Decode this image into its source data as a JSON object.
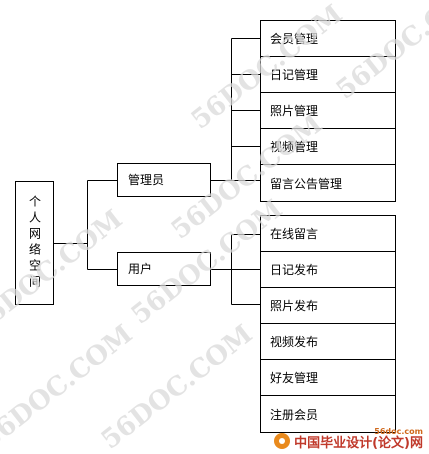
{
  "root": {
    "label": "个人网络空间"
  },
  "branches": [
    {
      "label": "管理员",
      "children": [
        "会员管理",
        "日记管理",
        "照片管理",
        "视频管理",
        "留言公告管理"
      ]
    },
    {
      "label": "用户",
      "children": [
        "在线留言",
        "日记发布",
        "照片发布",
        "视频发布",
        "好友管理",
        "注册会员"
      ]
    }
  ],
  "watermark": {
    "text": "56DOC.COM"
  },
  "footer_logo": {
    "domain": "56doc.com",
    "name": "中国毕业设计(论文)网"
  }
}
